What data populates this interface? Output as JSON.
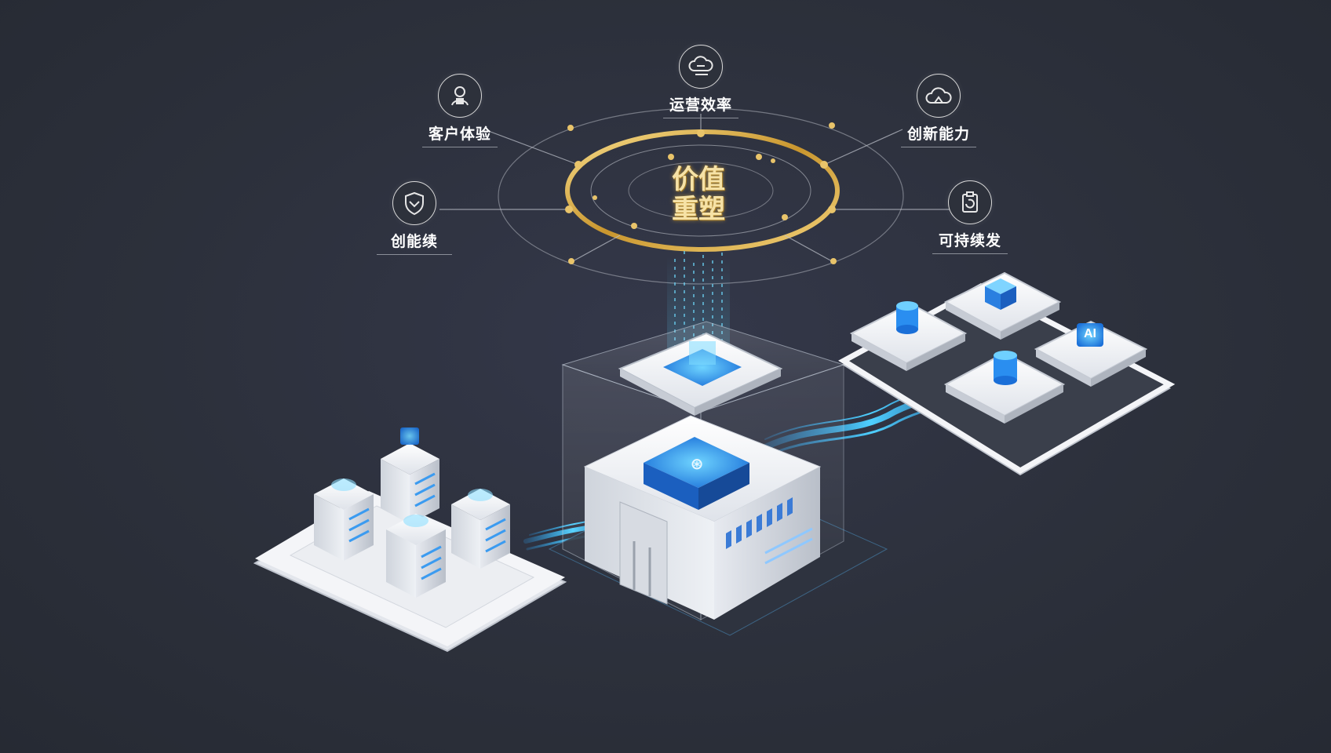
{
  "center": {
    "line1": "价值",
    "line2": "重塑"
  },
  "nodes": {
    "ops": {
      "label": "运营效率",
      "icon": "cloud-chat-icon"
    },
    "customer": {
      "label": "客户体验",
      "icon": "user-icon"
    },
    "innovation": {
      "label": "创新能力",
      "icon": "cloud-icon"
    },
    "security": {
      "label": "创能续",
      "icon": "shield-icon"
    },
    "sustainable": {
      "label": "可持续发",
      "icon": "clipboard-refresh-icon"
    }
  },
  "badges": {
    "ai": "AI"
  },
  "colors": {
    "gold": "#d6a640",
    "cyan": "#38b6ff",
    "background": "#2c303b"
  }
}
